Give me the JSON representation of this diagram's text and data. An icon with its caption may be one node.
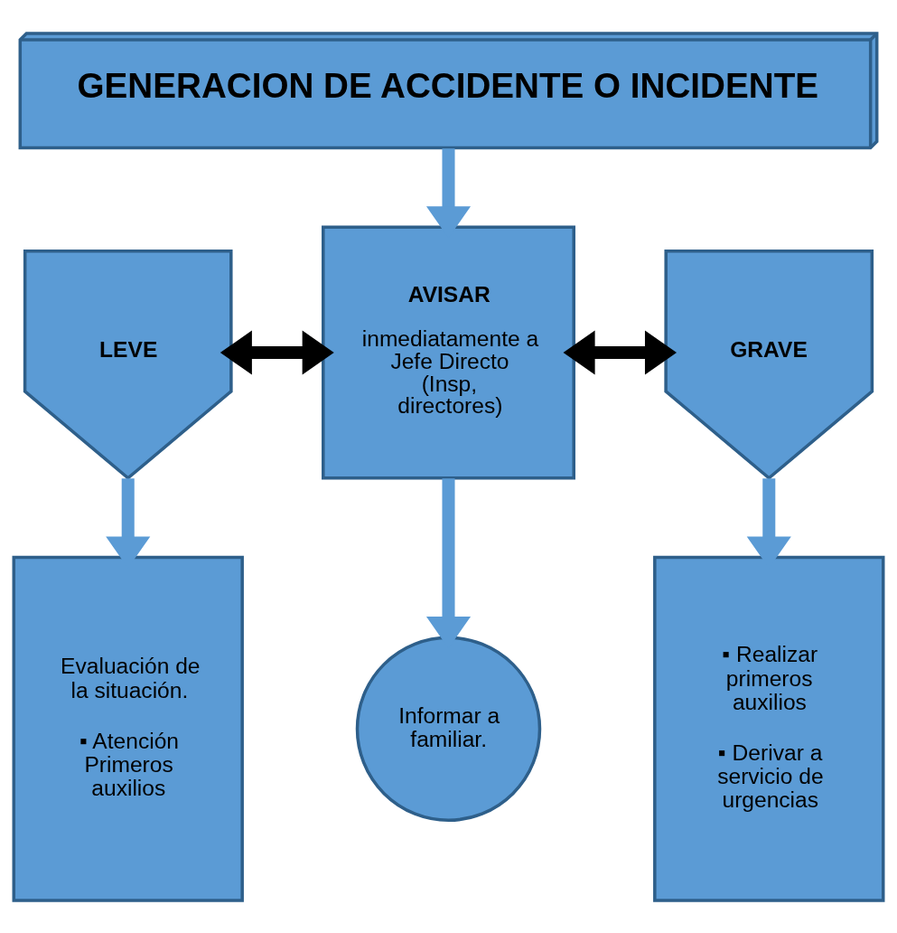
{
  "diagram": {
    "nodes": [
      {
        "text": [
          "GENERACION DE ACCIDENTE O INCIDENTE"
        ]
      },
      {
        "text": [
          "LEVE"
        ]
      },
      {
        "text": [
          "AVISAR",
          "inmediatamente a Jefe Directo (Insp, directores)"
        ]
      },
      {
        "text": [
          "GRAVE"
        ]
      },
      {
        "text": [
          "Evaluación de la situación.",
          "▪ Atención Primeros auxilios"
        ]
      },
      {
        "text": [
          "Informar a familiar."
        ]
      },
      {
        "text": [
          "▪ Realizar primeros auxilios",
          "▪ Derivar a servicio de urgencias"
        ]
      }
    ],
    "edges": [
      {
        "from": 0,
        "to": 2,
        "arrow": "to"
      },
      {
        "from": 2,
        "to": 1,
        "arrow": "both",
        "color": "#000000"
      },
      {
        "from": 2,
        "to": 3,
        "arrow": "both",
        "color": "#000000"
      },
      {
        "from": 1,
        "to": 4,
        "arrow": "to"
      },
      {
        "from": 2,
        "to": 5,
        "arrow": "to"
      },
      {
        "from": 3,
        "to": 6,
        "arrow": "to"
      }
    ]
  }
}
